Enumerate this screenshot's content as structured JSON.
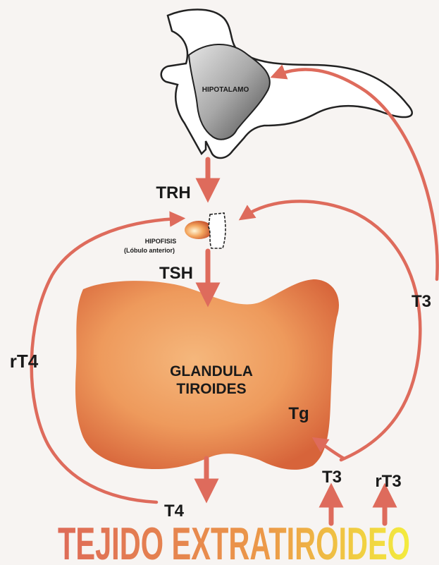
{
  "colors": {
    "arrow": "#de6b5c",
    "gland_light": "#f5b77c",
    "gland_dark": "#d7643a",
    "outline": "#222222",
    "title_start": "#de6b58",
    "title_end": "#f3ec3e"
  },
  "labels": {
    "hypothalamus": "HIPOTALAMO",
    "pituitary_line1": "HIPOFISIS",
    "pituitary_line2": "(Lóbulo anterior)",
    "trh": "TRH",
    "tsh": "TSH",
    "gland_line1": "GLANDULA",
    "gland_line2": "TIROIDES",
    "tg": "Tg",
    "rt4": "rT4",
    "t3_feedback": "T3",
    "t4": "T4",
    "t3_tissue": "T3",
    "rt3": "rT3"
  },
  "title": "TEJIDO EXTRATIROIDEO"
}
